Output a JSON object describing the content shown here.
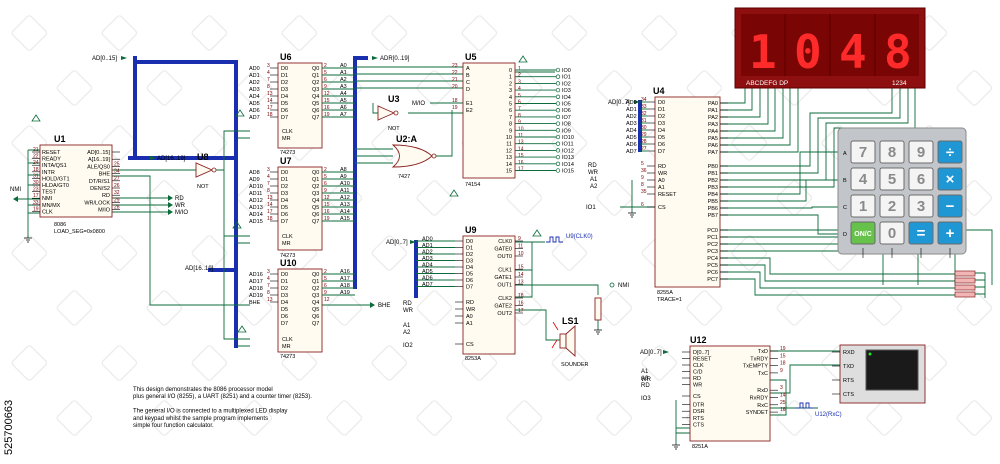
{
  "stock_id": "525700663",
  "display": {
    "digits": "1048",
    "segments_label": "ABCDEFG  DP",
    "digit_select_label": "1234"
  },
  "keypad": {
    "rows": [
      "A",
      "B",
      "C",
      "D"
    ],
    "keys": [
      [
        "7",
        "8",
        "9",
        "÷"
      ],
      [
        "4",
        "5",
        "6",
        "×"
      ],
      [
        "1",
        "2",
        "3",
        "−"
      ],
      [
        "ON/C",
        "0",
        "=",
        "+"
      ]
    ]
  },
  "u1": {
    "ref": "U1",
    "type": "8086",
    "param": "LOAD_SEG=0x0800",
    "left": [
      "RESET",
      "READY",
      "INTA/QS1",
      "INTR",
      "HOLD/GT1",
      "HLDA/GT0",
      "TEST",
      "NMI",
      "MN/MX",
      "CLK"
    ],
    "left_pins": [
      "21",
      "22",
      "24",
      "18",
      "31",
      "30",
      "23",
      "17",
      "33",
      "19"
    ],
    "right": [
      "AD[0..15]",
      "A[16..19]",
      "ALE/QS0",
      "BHE",
      "DT/R/S1",
      "DEN/S2",
      "RD",
      "WR/LOCK",
      "M/IO"
    ],
    "right_pins": [
      "",
      "",
      "25",
      "34",
      "27",
      "26",
      "32",
      "29",
      "28"
    ]
  },
  "u8": {
    "ref": "U8",
    "label": "NOT"
  },
  "u3": {
    "ref": "U3",
    "label": "NOT"
  },
  "u2": {
    "ref": "U2:A",
    "type": "7427"
  },
  "u6": {
    "ref": "U6",
    "type": "74273",
    "left": [
      "AD0",
      "AD1",
      "AD2",
      "AD3",
      "AD4",
      "AD5",
      "AD6",
      "AD7"
    ],
    "left_pins": [
      "3",
      "4",
      "7",
      "8",
      "13",
      "14",
      "17",
      "18"
    ],
    "right_pins": [
      "2",
      "5",
      "6",
      "9",
      "12",
      "15",
      "16",
      "19"
    ],
    "right": [
      "A0",
      "A1",
      "A2",
      "A3",
      "A4",
      "A5",
      "A6",
      "A7"
    ]
  },
  "u7": {
    "ref": "U7",
    "type": "74273",
    "left": [
      "AD8",
      "AD9",
      "AD10",
      "AD11",
      "AD12",
      "AD13",
      "AD14",
      "AD15"
    ],
    "left_pins": [
      "3",
      "4",
      "7",
      "8",
      "13",
      "14",
      "17",
      "18"
    ],
    "right_pins": [
      "2",
      "5",
      "6",
      "9",
      "12",
      "15",
      "16",
      "19"
    ],
    "right": [
      "A8",
      "A9",
      "A10",
      "A11",
      "A12",
      "A13",
      "A14",
      "A15"
    ]
  },
  "u10": {
    "ref": "U10",
    "type": "74273",
    "left": [
      "AD16",
      "AD17",
      "AD18",
      "AD19",
      "BHE"
    ],
    "left_pins": [
      "3",
      "4",
      "7",
      "8",
      "13"
    ],
    "right_pins": [
      "2",
      "5",
      "6",
      "9",
      "12"
    ],
    "right": [
      "A16",
      "A17",
      "A18",
      "A19",
      "BHE"
    ]
  },
  "u5": {
    "ref": "U5",
    "type": "74154",
    "left": [
      "A",
      "B",
      "C",
      "D",
      "E1",
      "E2"
    ],
    "left_pins": [
      "23",
      "22",
      "21",
      "20",
      "18",
      "19"
    ],
    "outs": [
      "IO0",
      "IO1",
      "IO2",
      "IO3",
      "IO4",
      "IO5",
      "IO6",
      "IO7",
      "IO8",
      "IO9",
      "IO10",
      "IO11",
      "IO12",
      "IO13",
      "IO14",
      "IO15"
    ],
    "out_pins": [
      "1",
      "2",
      "3",
      "4",
      "5",
      "6",
      "7",
      "8",
      "9",
      "10",
      "11",
      "13",
      "14",
      "15",
      "16",
      "17"
    ]
  },
  "u4": {
    "ref": "U4",
    "type": "8255A",
    "param": "TRACE=1",
    "left": [
      "D0",
      "D1",
      "D2",
      "D3",
      "D4",
      "D5",
      "D6",
      "D7",
      "RD",
      "WR",
      "A0",
      "A1",
      "RESET",
      "CS"
    ],
    "left_pins": [
      "34",
      "33",
      "32",
      "31",
      "30",
      "29",
      "28",
      "27",
      "5",
      "36",
      "9",
      "8",
      "35",
      "6"
    ],
    "pa": [
      "PA0",
      "PA1",
      "PA2",
      "PA3",
      "PA4",
      "PA5",
      "PA6",
      "PA7"
    ],
    "pb": [
      "PB0",
      "PB1",
      "PB2",
      "PB3",
      "PB4",
      "PB5",
      "PB6",
      "PB7"
    ],
    "pc": [
      "PC0",
      "PC1",
      "PC2",
      "PC3",
      "PC4",
      "PC5",
      "PC6",
      "PC7"
    ]
  },
  "u9": {
    "ref": "U9",
    "type": "8253A",
    "left": [
      "D0",
      "D1",
      "D2",
      "D3",
      "D4",
      "D5",
      "D6",
      "D7",
      "RD",
      "WR",
      "A0",
      "A1",
      "CS"
    ],
    "right": [
      "CLK0",
      "GATE0",
      "OUT0",
      "CLK1",
      "GATE1",
      "OUT1",
      "CLK2",
      "GATE2",
      "OUT2"
    ],
    "right_pins": [
      "9",
      "11",
      "10",
      "15",
      "14",
      "13",
      "18",
      "16",
      "17"
    ]
  },
  "u12": {
    "ref": "U12",
    "type": "8251A",
    "left": [
      "D[0..7]",
      "RESET",
      "CLK",
      "C/D",
      "RD",
      "WR",
      "CS",
      "DTR",
      "DSR",
      "RTS",
      "CTS"
    ],
    "right": [
      "TxD",
      "TxRDY",
      "TxEMPTY",
      "TxC",
      "RxD",
      "RxRDY",
      "RxC",
      "SYNDET"
    ],
    "right_pins": [
      "19",
      "15",
      "18",
      "9",
      "3",
      "14",
      "25",
      "16"
    ]
  },
  "ls1": {
    "ref": "LS1",
    "label": "SOUNDER"
  },
  "terminal": {
    "pins": [
      "RXD",
      "TXD",
      "RTS",
      "CTS"
    ]
  },
  "nets": {
    "ad015": "AD[0..15]",
    "adr019": "ADR[0..19]",
    "ad1619": "AD[16..19]",
    "ad07": "AD[0..7]",
    "nmi": "NMI",
    "rd": "RD",
    "wr": "WR",
    "mio": "M/IO",
    "bhe": "BHE",
    "a1": "A1",
    "a2": "A2",
    "io1": "IO1",
    "io2": "IO2",
    "io3": "IO3",
    "u9clk0": "U9(CLK0)",
    "u12rxc": "U12(RxC)"
  },
  "description": [
    "This design demonstrates the 8086 processor model",
    "plus general I/O (8255), a UART (8251) and a counter timer (8253).",
    "",
    "The general I/O is connected to a multiplexed LED display",
    "and keypad whilst the sample program implements",
    "simple four function calculator."
  ],
  "colors": {
    "chip_border": "#8a2222",
    "wire": "#0b6b3a",
    "bus": "#1a2fb0",
    "led": "#ff2a2a",
    "display_bg": "#8e0f0f"
  }
}
